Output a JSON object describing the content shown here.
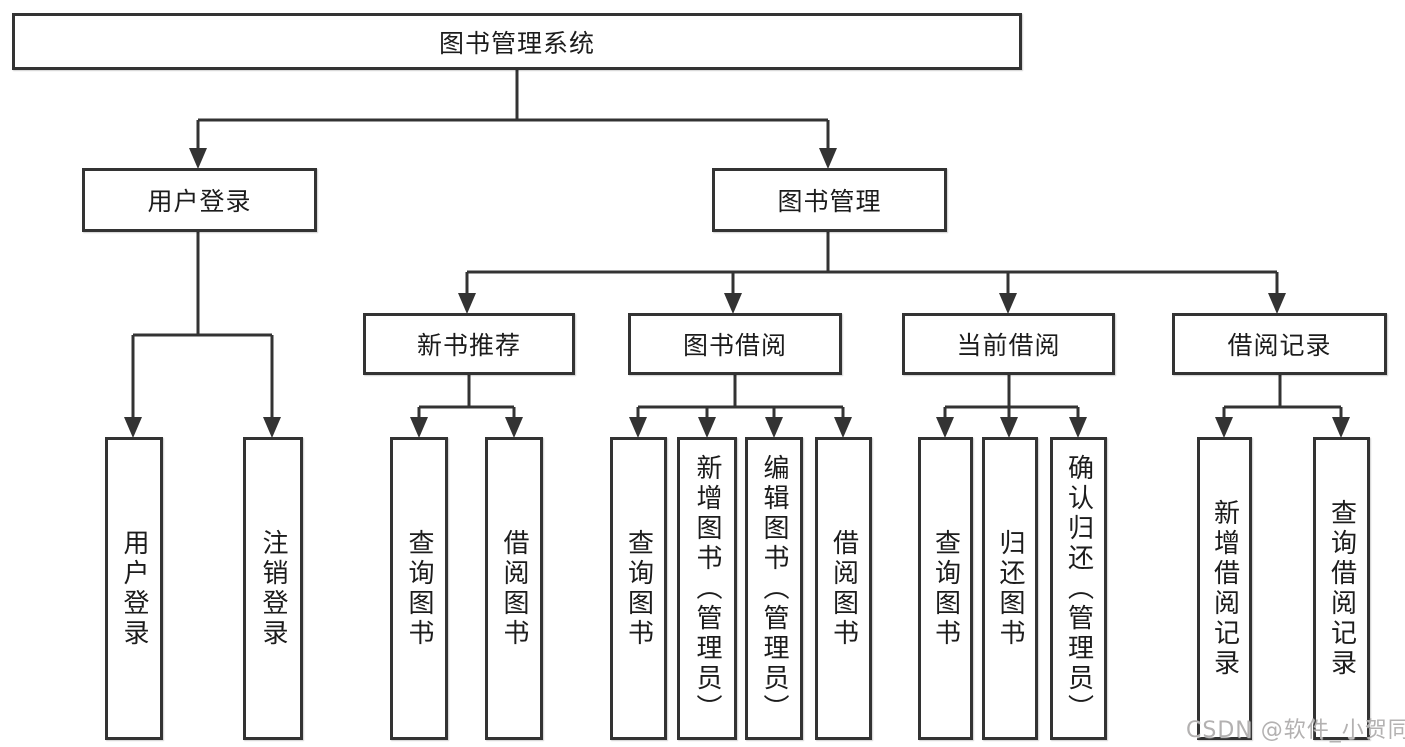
{
  "diagram": {
    "root": {
      "label": "图书管理系统"
    },
    "branches": [
      {
        "label": "用户登录",
        "children": [
          {
            "label": "用户登录"
          },
          {
            "label": "注销登录"
          }
        ]
      },
      {
        "label": "图书管理",
        "children": [
          {
            "label": "新书推荐",
            "children": [
              {
                "label": "查询图书"
              },
              {
                "label": "借阅图书"
              }
            ]
          },
          {
            "label": "图书借阅",
            "children": [
              {
                "label": "查询图书"
              },
              {
                "label": "新增图书（管理员）"
              },
              {
                "label": "编辑图书（管理员）"
              },
              {
                "label": "借阅图书"
              }
            ]
          },
          {
            "label": "当前借阅",
            "children": [
              {
                "label": "查询图书"
              },
              {
                "label": "归还图书"
              },
              {
                "label": "确认归还（管理员）"
              }
            ]
          },
          {
            "label": "借阅记录",
            "children": [
              {
                "label": "新增借阅记录"
              },
              {
                "label": "查询借阅记录"
              }
            ]
          }
        ]
      }
    ],
    "watermark": "CSDN @软件_小贺同学",
    "colors": {
      "line": "#333333",
      "text": "#1c1c1c",
      "background": "#ffffff",
      "watermark": "#b3b1b1"
    }
  }
}
